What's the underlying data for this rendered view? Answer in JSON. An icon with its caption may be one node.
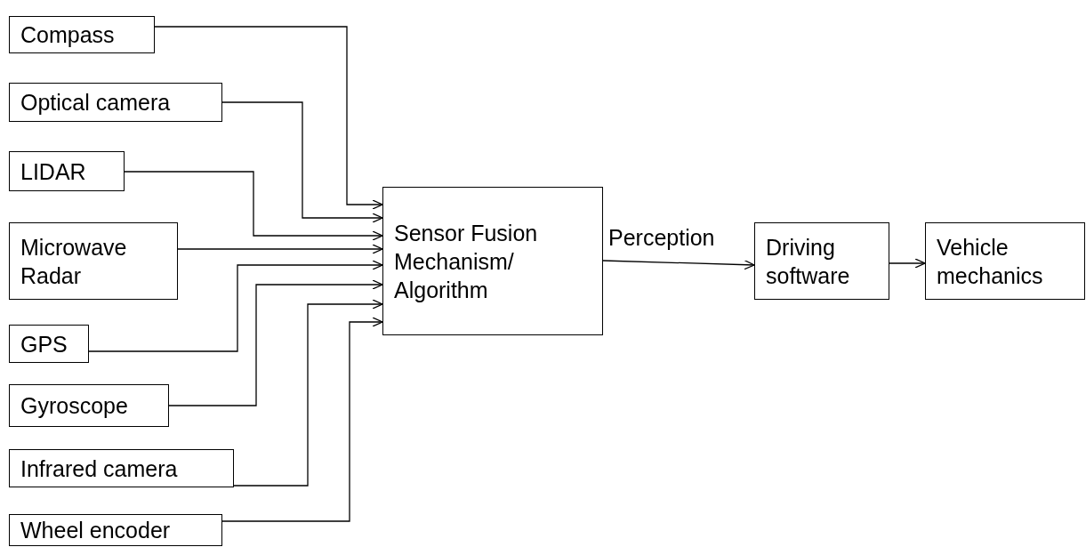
{
  "diagram": {
    "nodes": [
      {
        "text": [
          "Compass"
        ]
      },
      {
        "text": [
          "Optical camera"
        ]
      },
      {
        "text": [
          "LIDAR"
        ]
      },
      {
        "text": [
          "Microwave Radar"
        ]
      },
      {
        "text": [
          "GPS"
        ]
      },
      {
        "text": [
          "Gyroscope"
        ]
      },
      {
        "text": [
          "Infrared camera"
        ]
      },
      {
        "text": [
          "Wheel encoder"
        ]
      },
      {
        "text": [
          "Sensor Fusion Mechanism/ Algorithm"
        ]
      },
      {
        "text": [
          "Driving software"
        ]
      },
      {
        "text": [
          "Vehicle mechanics"
        ]
      }
    ],
    "edges": [
      {
        "from": 0,
        "to": 8,
        "arrow": "to"
      },
      {
        "from": 1,
        "to": 8,
        "arrow": "to"
      },
      {
        "from": 2,
        "to": 8,
        "arrow": "to"
      },
      {
        "from": 3,
        "to": 8,
        "arrow": "to"
      },
      {
        "from": 4,
        "to": 8,
        "arrow": "to"
      },
      {
        "from": 5,
        "to": 8,
        "arrow": "to"
      },
      {
        "from": 6,
        "to": 8,
        "arrow": "to"
      },
      {
        "from": 7,
        "to": 8,
        "arrow": "to"
      },
      {
        "from": 8,
        "to": 9,
        "arrow": "to",
        "label": "Perception"
      },
      {
        "from": 9,
        "to": 10,
        "arrow": "to"
      }
    ]
  }
}
